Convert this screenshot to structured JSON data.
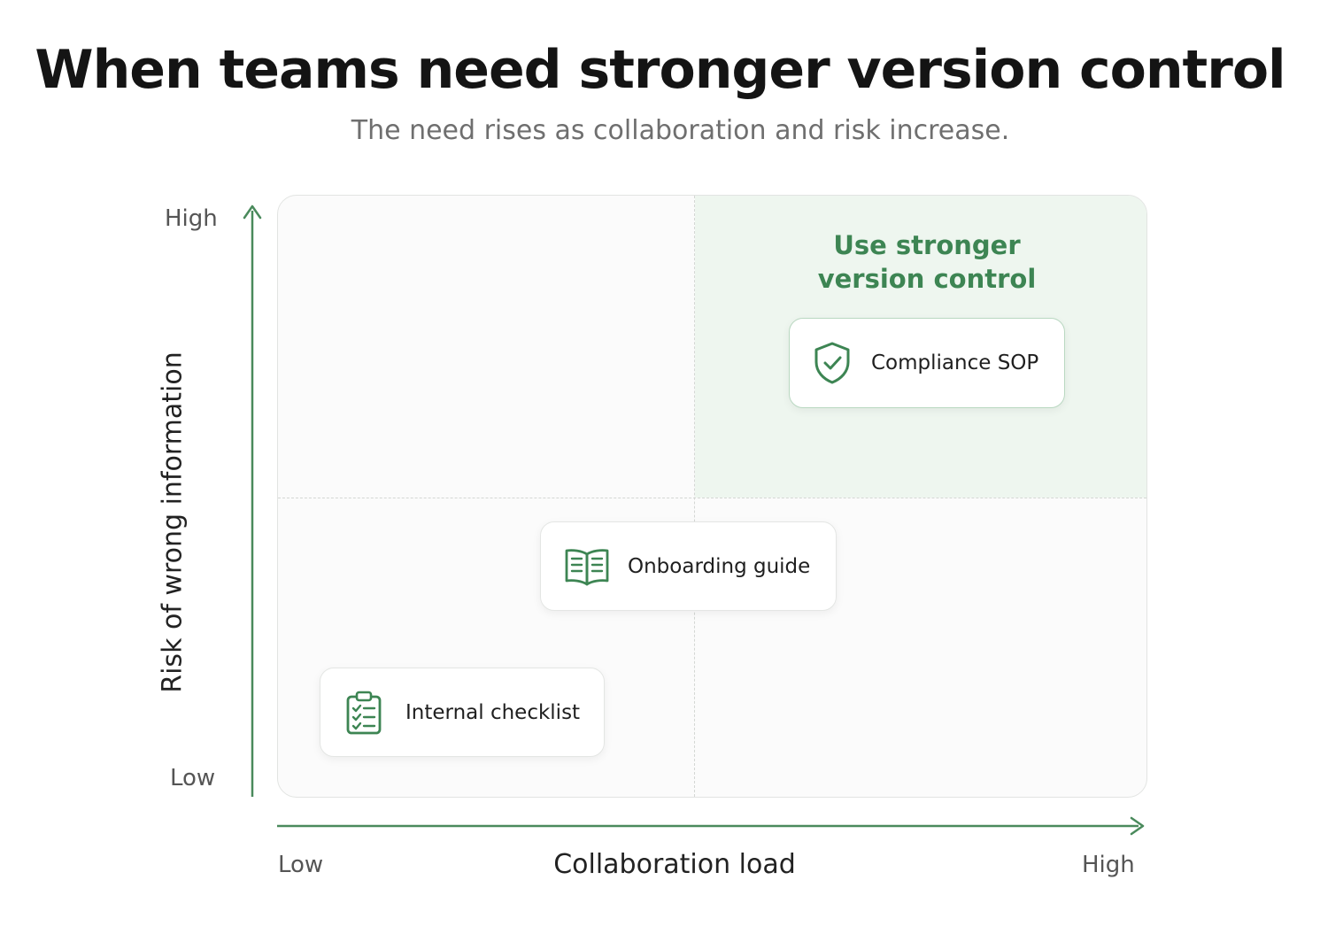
{
  "title": "When teams need stronger version control",
  "subtitle": "The need rises as collaboration and risk increase.",
  "colors": {
    "accent": "#3d8553",
    "highlight_quadrant": "#eef6ef",
    "axis": "#4a8a5c"
  },
  "axes": {
    "x": {
      "title": "Collaboration load",
      "low": "Low",
      "high": "High"
    },
    "y": {
      "title": "Risk of wrong information",
      "low": "Low",
      "high": "High"
    }
  },
  "highlight_zone": {
    "quadrant": "top-right",
    "label_line1": "Use stronger",
    "label_line2": "version control"
  },
  "items": [
    {
      "label": "Compliance SOP",
      "icon": "shield-check-icon",
      "quadrant": "top-right"
    },
    {
      "label": "Onboarding guide",
      "icon": "open-book-icon",
      "quadrant": "center"
    },
    {
      "label": "Internal checklist",
      "icon": "clipboard-checklist-icon",
      "quadrant": "bottom-left"
    }
  ]
}
